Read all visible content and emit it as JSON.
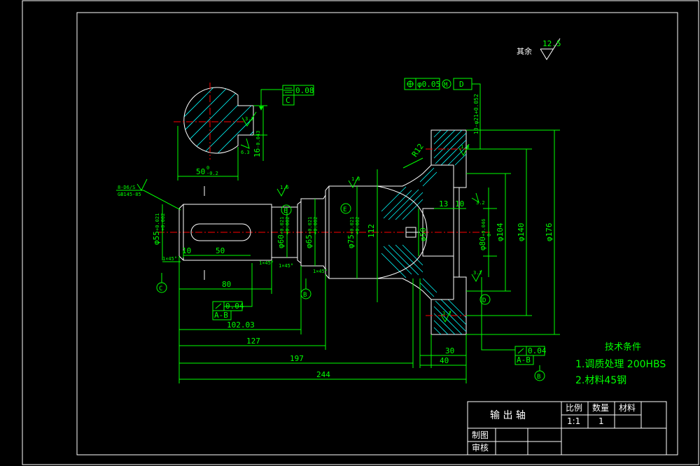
{
  "colors": {
    "outline": "#ffffff",
    "dimension": "#00ff00",
    "centerline": "#ff0000",
    "hatch": "#00ffff",
    "background": "#000000"
  },
  "roughness": {
    "label": "其余",
    "value": "12.5"
  },
  "section": {
    "dim_width": "50",
    "dim_width_tol": "0\n-0.2",
    "key_width": "16",
    "key_tol": "-0.043",
    "rough_key": "3.2",
    "rough_side": "6.3",
    "sym_tol": "0.08",
    "sym_ref": "C"
  },
  "shaft": {
    "spline_note1": "8-D6/S",
    "spline_note2": "GB145-85",
    "d55": "φ55",
    "d55_tol": "+0.021\n+0.002",
    "d60": "φ60",
    "d60_tol": "+0.021\n+0.002",
    "d65": "φ65",
    "d65_tol": "+0.021\n+0.002",
    "d75": "φ75",
    "d75_tol": "+0.021\n+0.002",
    "d112": "112",
    "d50": "φ50",
    "d80": "φ80",
    "d80_tol": "+0.046\n0",
    "d104": "φ104",
    "d140": "φ140",
    "d176": "φ176",
    "chamfer1": "1×45°",
    "chamfer2": "1×45°",
    "chamfer3": "1×45°",
    "chamfer4": "1×45°",
    "len10": "10",
    "len50": "50",
    "len80": "80",
    "len102": "102.03",
    "len127": "127",
    "len197": "197",
    "len244": "244",
    "len30": "30",
    "len40": "40",
    "len13": "13",
    "len10b": "10",
    "r12": "R12",
    "rough16": "1.6",
    "rough16b": "1.6",
    "rough32": "3.2",
    "rough32b": "3.2",
    "rough32c": "3.2",
    "rough16c": "1.6",
    "datumE": "E",
    "datumE2": "E",
    "datumB": "B",
    "datumC": "C",
    "datumD": "D",
    "runout1": "0.04",
    "runout1_ref": "A-B",
    "runout2": "0.04",
    "runout2_ref": "A-B",
    "pos_tol": "φ0.05",
    "pos_m": "M",
    "pos_ref": "D",
    "holes_note": "10-φ21+0.052"
  },
  "notes": {
    "title": "技术条件",
    "line1": "1.调质处理 200HBS",
    "line2": "2.材料45钢"
  },
  "titleblock": {
    "name": "输 出 轴",
    "scale_label": "比例",
    "qty_label": "数量",
    "mat_label": "材料",
    "scale_val": "1:1",
    "qty_val": "1",
    "drawn": "制图",
    "checked": "审核"
  }
}
